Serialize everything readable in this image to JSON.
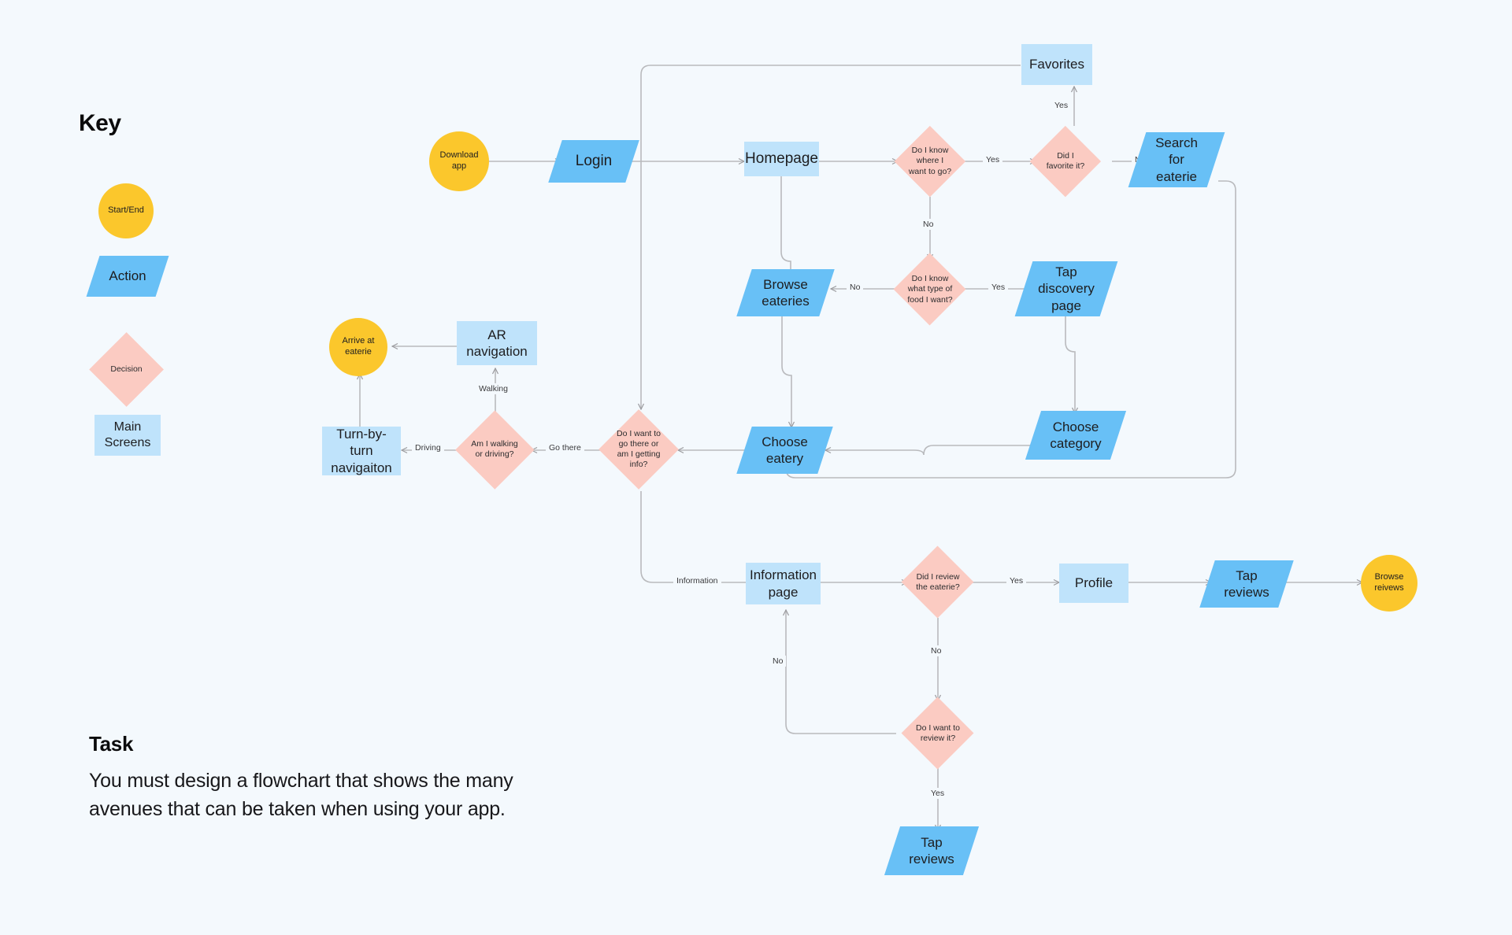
{
  "page": {
    "background_color": "#f4f9fd",
    "title": "App User Flow Flowchart"
  },
  "key": {
    "title": "Key",
    "items": [
      {
        "label": "Start/End",
        "shape": "circle",
        "color": "#fbc72c"
      },
      {
        "label": "Action",
        "shape": "parallelogram",
        "color": "#68c0f6"
      },
      {
        "label": "Decision",
        "shape": "diamond",
        "color": "#fbcbc2"
      },
      {
        "label": "Main\nScreens",
        "shape": "rect",
        "color": "#bfe3fb"
      }
    ]
  },
  "task": {
    "title": "Task",
    "body": "You must design a flowchart that shows the many\navenues that can be taken when using your app."
  },
  "flow": {
    "nodes": [
      {
        "id": "download-app",
        "label": "Download app",
        "shape": "circle"
      },
      {
        "id": "login",
        "label": "Login",
        "shape": "parallelogram"
      },
      {
        "id": "homepage",
        "label": "Homepage",
        "shape": "rect"
      },
      {
        "id": "know-where-to-go",
        "label": "Do I know\nwhere I\nwant to go?",
        "shape": "diamond"
      },
      {
        "id": "did-i-favorite",
        "label": "Did I\nfavorite it?",
        "shape": "diamond"
      },
      {
        "id": "favorites",
        "label": "Favorites",
        "shape": "rect"
      },
      {
        "id": "search-for-eaterie",
        "label": "Search\nfor\neaterie",
        "shape": "parallelogram"
      },
      {
        "id": "browse-eateries",
        "label": "Browse\neateries",
        "shape": "parallelogram"
      },
      {
        "id": "know-food-type",
        "label": "Do I know\nwhat type of\nfood I want?",
        "shape": "diamond"
      },
      {
        "id": "tap-discovery-page",
        "label": "Tap\ndiscovery\npage",
        "shape": "parallelogram"
      },
      {
        "id": "choose-category",
        "label": "Choose\ncategory",
        "shape": "parallelogram"
      },
      {
        "id": "choose-eatery",
        "label": "Choose\neatery",
        "shape": "parallelogram"
      },
      {
        "id": "go-there-or-info",
        "label": "Do I want to\ngo there or\nam I getting\ninfo?",
        "shape": "diamond"
      },
      {
        "id": "walking-or-driving",
        "label": "Am I walking\nor driving?",
        "shape": "diamond"
      },
      {
        "id": "ar-navigation",
        "label": "AR navigation",
        "shape": "rect"
      },
      {
        "id": "turn-by-turn",
        "label": "Turn-by-turn\nnavigaiton",
        "shape": "rect"
      },
      {
        "id": "arrive-at-eaterie",
        "label": "Arrive at\neaterie",
        "shape": "circle"
      },
      {
        "id": "information-page",
        "label": "Information\npage",
        "shape": "rect"
      },
      {
        "id": "did-i-review",
        "label": "Did I review\nthe eaterie?",
        "shape": "diamond"
      },
      {
        "id": "profile",
        "label": "Profile",
        "shape": "rect"
      },
      {
        "id": "tap-reviews-top",
        "label": "Tap\nreviews",
        "shape": "parallelogram"
      },
      {
        "id": "browse-reivews",
        "label": "Browse\nreivews",
        "shape": "circle"
      },
      {
        "id": "want-to-review",
        "label": "Do I want to\nreview it?",
        "shape": "diamond"
      },
      {
        "id": "tap-reviews-bottom",
        "label": "Tap\nreviews",
        "shape": "parallelogram"
      }
    ],
    "edge_labels": [
      {
        "id": "lbl-yes-1",
        "text": "Yes"
      },
      {
        "id": "lbl-no-1",
        "text": "No"
      },
      {
        "id": "lbl-yes-2",
        "text": "Yes"
      },
      {
        "id": "lbl-no-2",
        "text": "No"
      },
      {
        "id": "lbl-no-3",
        "text": "No"
      },
      {
        "id": "lbl-yes-3",
        "text": "Yes"
      },
      {
        "id": "lbl-walking",
        "text": "Walking"
      },
      {
        "id": "lbl-driving",
        "text": "Driving"
      },
      {
        "id": "lbl-gothere",
        "text": "Go there"
      },
      {
        "id": "lbl-info",
        "text": "Information"
      },
      {
        "id": "lbl-yes-4",
        "text": "Yes"
      },
      {
        "id": "lbl-no-4",
        "text": "No"
      },
      {
        "id": "lbl-no-5",
        "text": "No"
      },
      {
        "id": "lbl-yes-5",
        "text": "Yes"
      }
    ]
  }
}
